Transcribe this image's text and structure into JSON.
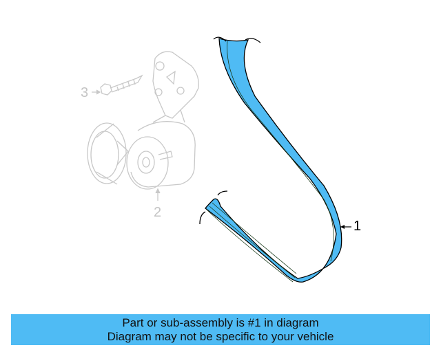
{
  "diagram": {
    "callouts": [
      {
        "number": "1",
        "part": "serpentine-belt",
        "highlighted": true
      },
      {
        "number": "2",
        "part": "belt-tensioner",
        "highlighted": false
      },
      {
        "number": "3",
        "part": "tensioner-bolt",
        "highlighted": false
      }
    ],
    "colors": {
      "highlight": "#4fbbf4",
      "ghost": "#c4c4c4",
      "outline": "#000000"
    }
  },
  "banner": {
    "line1": "Part or sub-assembly is #1 in diagram",
    "line2": "Diagram may not be specific to your vehicle",
    "color": "#4fbbf4"
  }
}
